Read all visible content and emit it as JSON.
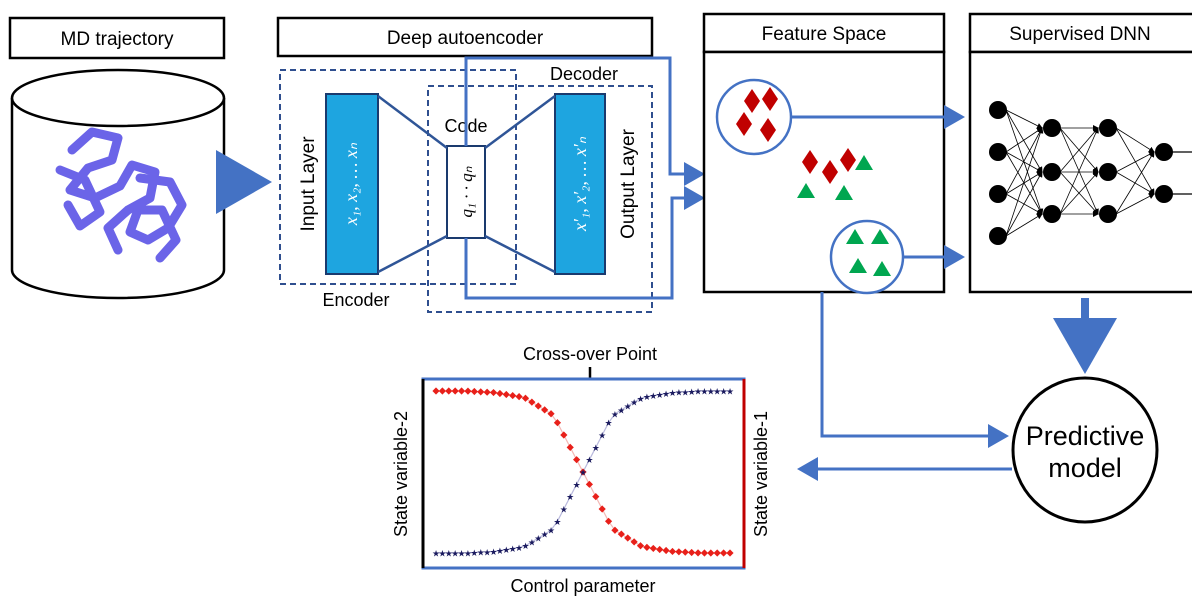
{
  "headers": {
    "md": "MD trajectory",
    "autoencoder": "Deep autoencoder",
    "feature": "Feature Space",
    "dnn": "Supervised DNN"
  },
  "autoencoder": {
    "decoder_label": "Decoder",
    "encoder_label": "Encoder",
    "code_label": "Code",
    "input_layer_label": "Input Layer",
    "output_layer_label": "Output Layer",
    "input_vars": "x₁, x₂, … xₙ",
    "output_vars": "x′₁, x′₂, … x′ₙ",
    "code_vars": "q₁ · · qₙ"
  },
  "predictive": {
    "line1": "Predictive",
    "line2": "model"
  },
  "chart": {
    "crossover_label": "Cross-over Point",
    "xlabel": "Control parameter",
    "ylabel_left": "State variable-2",
    "ylabel_right": "State variable-1"
  },
  "colors": {
    "arrow_blue": "#4472c4",
    "layer_cyan": "#1ea5e0",
    "protein_purple": "#6b64e8",
    "diamond_red": "#c00000",
    "triangle_green": "#00a650",
    "state2_red": "#e8201a",
    "state1_navy": "#1a1a5e"
  },
  "chart_data": {
    "type": "line",
    "x": [
      0,
      0.1,
      0.2,
      0.3,
      0.4,
      0.5,
      0.6,
      0.7,
      0.8,
      0.9,
      1.0
    ],
    "series": [
      {
        "values": [
          1.0,
          1.0,
          0.99,
          0.96,
          0.85,
          0.5,
          0.15,
          0.04,
          0.01,
          0.0,
          0.0
        ]
      },
      {
        "values": [
          0.0,
          0.0,
          0.01,
          0.04,
          0.15,
          0.5,
          0.85,
          0.96,
          0.99,
          1.0,
          1.0
        ]
      }
    ],
    "title": "",
    "xlabel": "Control parameter",
    "ylabel": "State variable-2",
    "ylabel_right": "State variable-1",
    "annotations": [
      "Cross-over Point"
    ],
    "grid": false
  }
}
